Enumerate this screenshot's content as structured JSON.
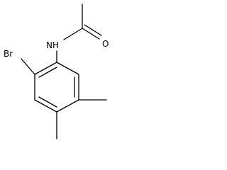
{
  "molecule": {
    "atoms": {
      "oxygen": "O",
      "nitrogen": "NH",
      "bromine": "Br"
    },
    "colors": {
      "bond": "#000000",
      "label": "#000000",
      "background": "#ffffff"
    }
  }
}
